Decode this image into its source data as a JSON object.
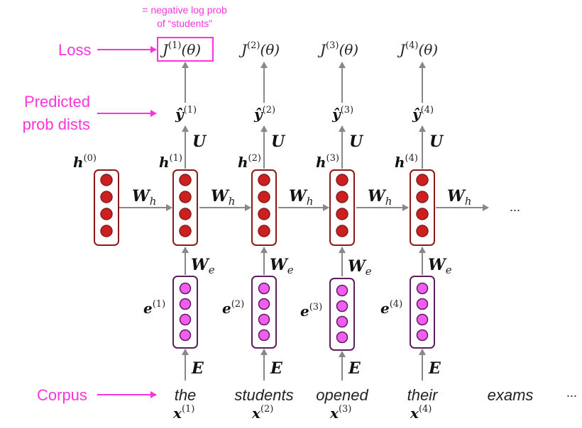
{
  "annotation": {
    "line1": "= negative log prob",
    "line2": "of “students”"
  },
  "side_labels": {
    "loss": "Loss",
    "predicted_1": "Predicted",
    "predicted_2": "prob dists",
    "corpus": "Corpus"
  },
  "colors": {
    "accent": "#ff33dd",
    "hidden_fill": "#cc1f1f",
    "hidden_border": "#8b1a1a",
    "embed_fill": "#f25cf0",
    "embed_border": "#5a1f5a",
    "arrow": "#888888"
  },
  "h0": {
    "base": "h",
    "sup": "(0)"
  },
  "weights": {
    "wh_base": "W",
    "wh_sub": "h",
    "we_base": "W",
    "we_sub": "e",
    "u": "U",
    "e": "E"
  },
  "continuation": "...",
  "steps": [
    {
      "word": "the",
      "x_base": "x",
      "x_sup": "(1)",
      "e_base": "e",
      "e_sup": "(1)",
      "h_base": "h",
      "h_sup": "(1)",
      "y_base": "ŷ",
      "y_sup": "(1)",
      "j_base": "J",
      "j_sup": "(1)",
      "j_arg": "(θ)"
    },
    {
      "word": "students",
      "x_base": "x",
      "x_sup": "(2)",
      "e_base": "e",
      "e_sup": "(2)",
      "h_base": "h",
      "h_sup": "(2)",
      "y_base": "ŷ",
      "y_sup": "(2)",
      "j_base": "J",
      "j_sup": "(2)",
      "j_arg": "(θ)"
    },
    {
      "word": "opened",
      "x_base": "x",
      "x_sup": "(3)",
      "e_base": "e",
      "e_sup": "(3)",
      "h_base": "h",
      "h_sup": "(3)",
      "y_base": "ŷ",
      "y_sup": "(3)",
      "j_base": "J",
      "j_sup": "(3)",
      "j_arg": "(θ)"
    },
    {
      "word": "their",
      "x_base": "x",
      "x_sup": "(4)",
      "e_base": "e",
      "e_sup": "(4)",
      "h_base": "h",
      "h_sup": "(4)",
      "y_base": "ŷ",
      "y_sup": "(4)",
      "j_base": "J",
      "j_sup": "(4)",
      "j_arg": "(θ)"
    }
  ],
  "extra_word": "exams",
  "corpus_ellipsis": "..."
}
